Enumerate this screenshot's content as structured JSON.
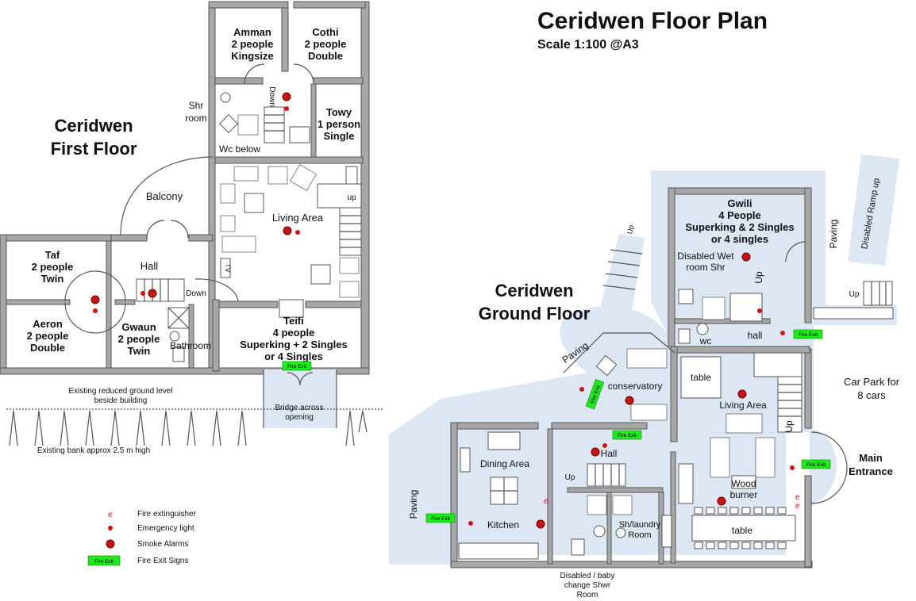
{
  "title": "Ceridwen Floor Plan",
  "scale": "Scale 1:100 @A3",
  "first_floor": {
    "heading_line1": "Ceridwen",
    "heading_line2": "First Floor",
    "rooms": {
      "amman": [
        "Amman",
        "2 people",
        "Kingsize"
      ],
      "cothi": [
        "Cothi",
        "2 people",
        "Double"
      ],
      "towy": [
        "Towy",
        "1 person",
        "Single"
      ],
      "taf": [
        "Taf",
        "2 people",
        "Twin"
      ],
      "aeron": [
        "Aeron",
        "2 people",
        "Double"
      ],
      "gwaun": [
        "Gwaun",
        "2 people",
        "Twin"
      ],
      "teifi": [
        "Teifi",
        "4 people",
        "Superking + 2 Singles",
        "or 4 Singles"
      ]
    },
    "labels": {
      "shr_room": [
        "Shr",
        "room"
      ],
      "wc_below": "Wc below",
      "balcony": "Balcony",
      "living_area": "Living Area",
      "hall": "Hall",
      "bathroom": "Bathroom",
      "down_1": "Down",
      "down_2": "Down",
      "up": "up",
      "tv": "TV",
      "bridge": [
        "Bridge across",
        "opening"
      ],
      "reduced_level": [
        "Existing reduced ground level",
        "beside building"
      ],
      "bank": "Existing bank approx 2.5 m high"
    }
  },
  "ground_floor": {
    "heading_line1": "Ceridwen",
    "heading_line2": "Ground Floor",
    "rooms": {
      "gwili": [
        "Gwili",
        "4 People",
        "Superking & 2 Singles",
        "or 4 singles"
      ]
    },
    "labels": {
      "disabled_wet_room": [
        "Disabled Wet",
        "room Shr"
      ],
      "up_gwili": "Up",
      "hall_small": "hall",
      "wc": "wc",
      "table_living": "table",
      "living_area": "Living Area",
      "up_living": "Up",
      "conservatory": "conservatory",
      "hall": "Hall",
      "up_hall": "Up",
      "dining_area": "Dining Area",
      "kitchen": "Kitchen",
      "sh_laundry": [
        "Sh/laundry",
        "Room"
      ],
      "wood_burner": [
        "Wood",
        "burner"
      ],
      "table_dining": "table",
      "disabled_shwr": [
        "Disabled / baby",
        "change Shwr",
        "Room"
      ],
      "paving_1": "Paving",
      "paving_2": "Paving",
      "paving_3": "Paving",
      "up_ramp": "Up",
      "up_outside": "Up",
      "disabled_ramp": "Disabled Ramp up",
      "car_park": [
        "Car Park for",
        "8 cars"
      ],
      "main_entrance": [
        "Main",
        "Entrance"
      ]
    }
  },
  "fire_exit_label": "Fire Exit",
  "legend": {
    "fire_extinguisher": "Fire extinguisher",
    "emergency_light": "Emergency light",
    "smoke_alarms": "Smoke Alarms",
    "fire_exit_signs": "Fire Exit Signs",
    "extinguisher_symbol": "e"
  },
  "colors": {
    "wall": "#a7a7a7",
    "paving": "#dde6f3",
    "fire_exit": "#1fe81f",
    "alarm": "#c81414"
  }
}
